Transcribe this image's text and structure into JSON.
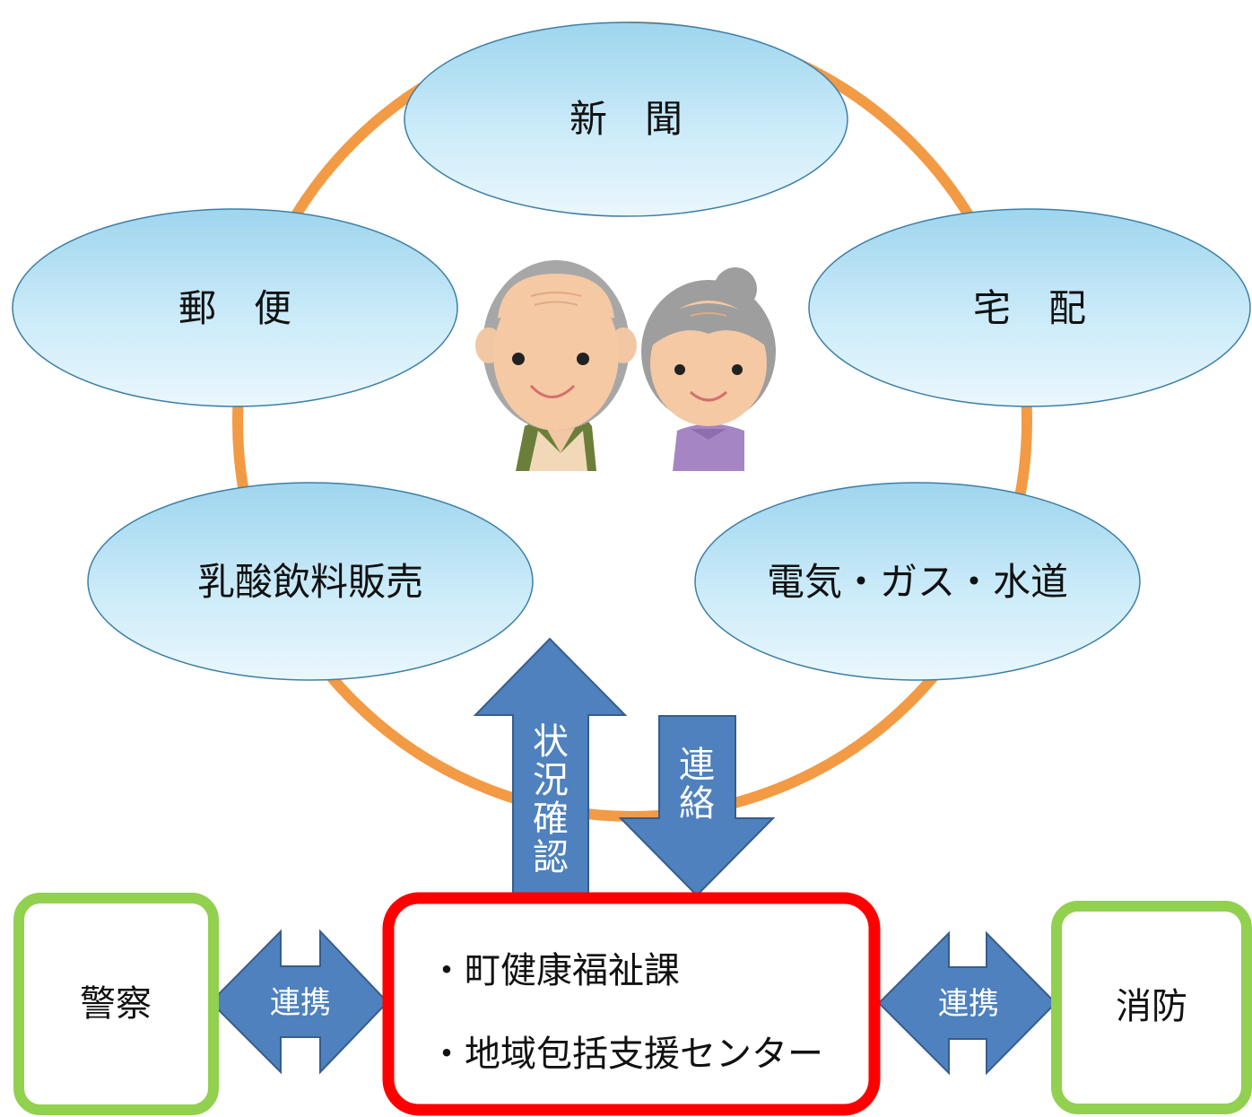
{
  "nodes": {
    "newspaper": "新　聞",
    "postal": "郵　便",
    "delivery": "宅　配",
    "lactic": "乳酸飲料販売",
    "utilities": "電気・ガス・水道"
  },
  "arrows": {
    "up_label": [
      "状",
      "況",
      "確",
      "認"
    ],
    "down_label": [
      "連",
      "絡"
    ]
  },
  "links": {
    "left": "連携",
    "right": "連携"
  },
  "boxes": {
    "center": [
      "・町健康福祉課",
      "・地域包括支援センター"
    ],
    "left": "警察",
    "right": "消防"
  },
  "colors": {
    "ring": "#F39A45",
    "ellipse_fill": "#BDE6F7",
    "ellipse_stroke": "#3E7FA7",
    "arrow_fill": "#4E81BD",
    "arrow_stroke": "#385D8A",
    "center_border": "#FF0000",
    "side_border": "#92D050"
  }
}
